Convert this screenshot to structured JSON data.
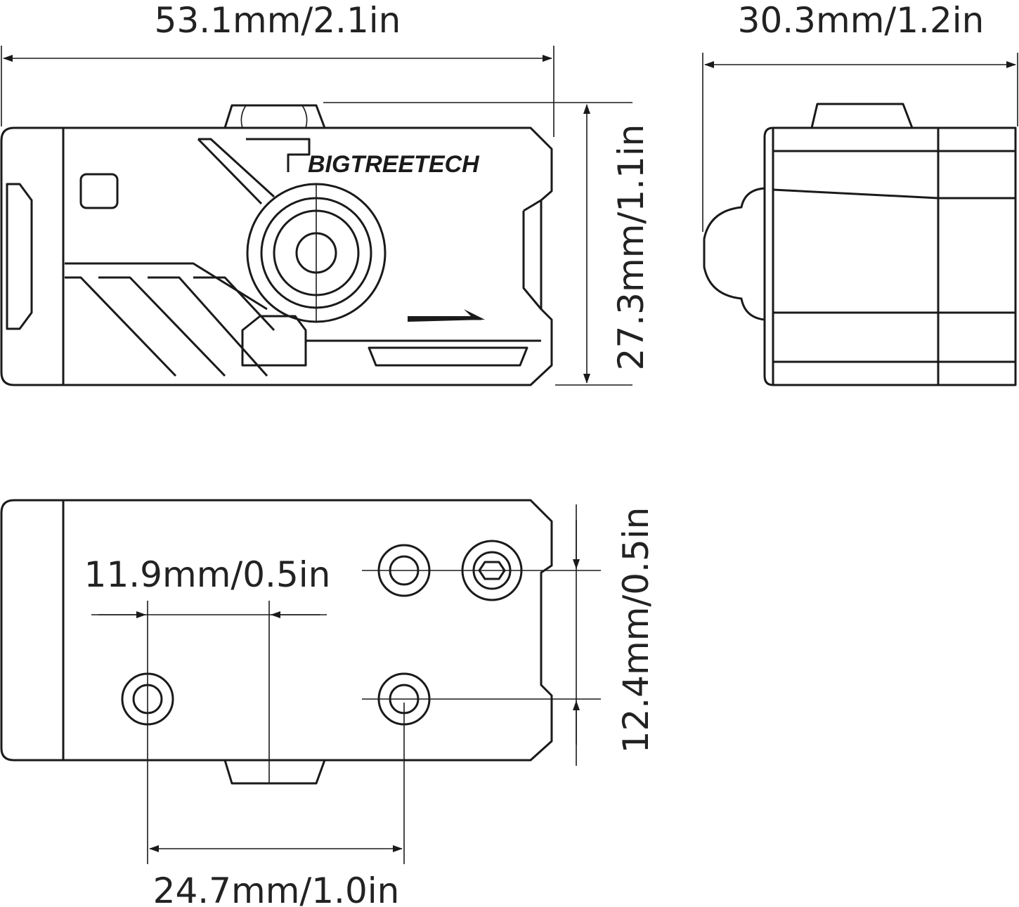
{
  "brand_logo": "BIGTREETECH",
  "dimensions": {
    "front_width": "53.1mm/2.1in",
    "side_width": "30.3mm/1.2in",
    "front_height": "27.3mm/1.1in",
    "hole_spacing_small": "11.9mm/0.5in",
    "hole_spacing_vertical": "12.4mm/0.5in",
    "hole_spacing_wide": "24.7mm/1.0in"
  }
}
